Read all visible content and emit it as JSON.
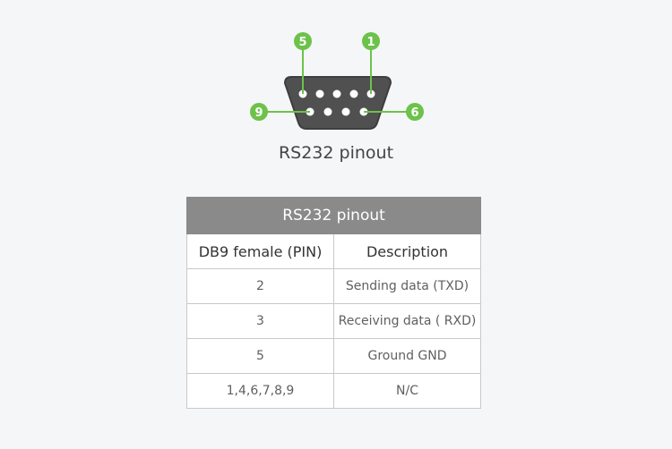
{
  "diagram": {
    "pin_labels": {
      "top_left": "5",
      "top_right": "1",
      "bottom_left": "9",
      "bottom_right": "6"
    },
    "caption": "RS232 pinout",
    "colors": {
      "connector_body": "#505050",
      "pin_dot": "#ffffff",
      "callout": "#6cc24a"
    }
  },
  "table": {
    "title": "RS232 pinout",
    "columns": [
      "DB9 female (PIN)",
      "Description"
    ],
    "rows": [
      {
        "pin": "2",
        "description": "Sending data (TXD)"
      },
      {
        "pin": "3",
        "description": "Receiving data ( RXD)"
      },
      {
        "pin": "5",
        "description": "Ground GND"
      },
      {
        "pin": "1,4,6,7,8,9",
        "description": "N/C"
      }
    ],
    "colors": {
      "title_bg": "#8a8a8a",
      "border": "#c9c9c9"
    }
  }
}
